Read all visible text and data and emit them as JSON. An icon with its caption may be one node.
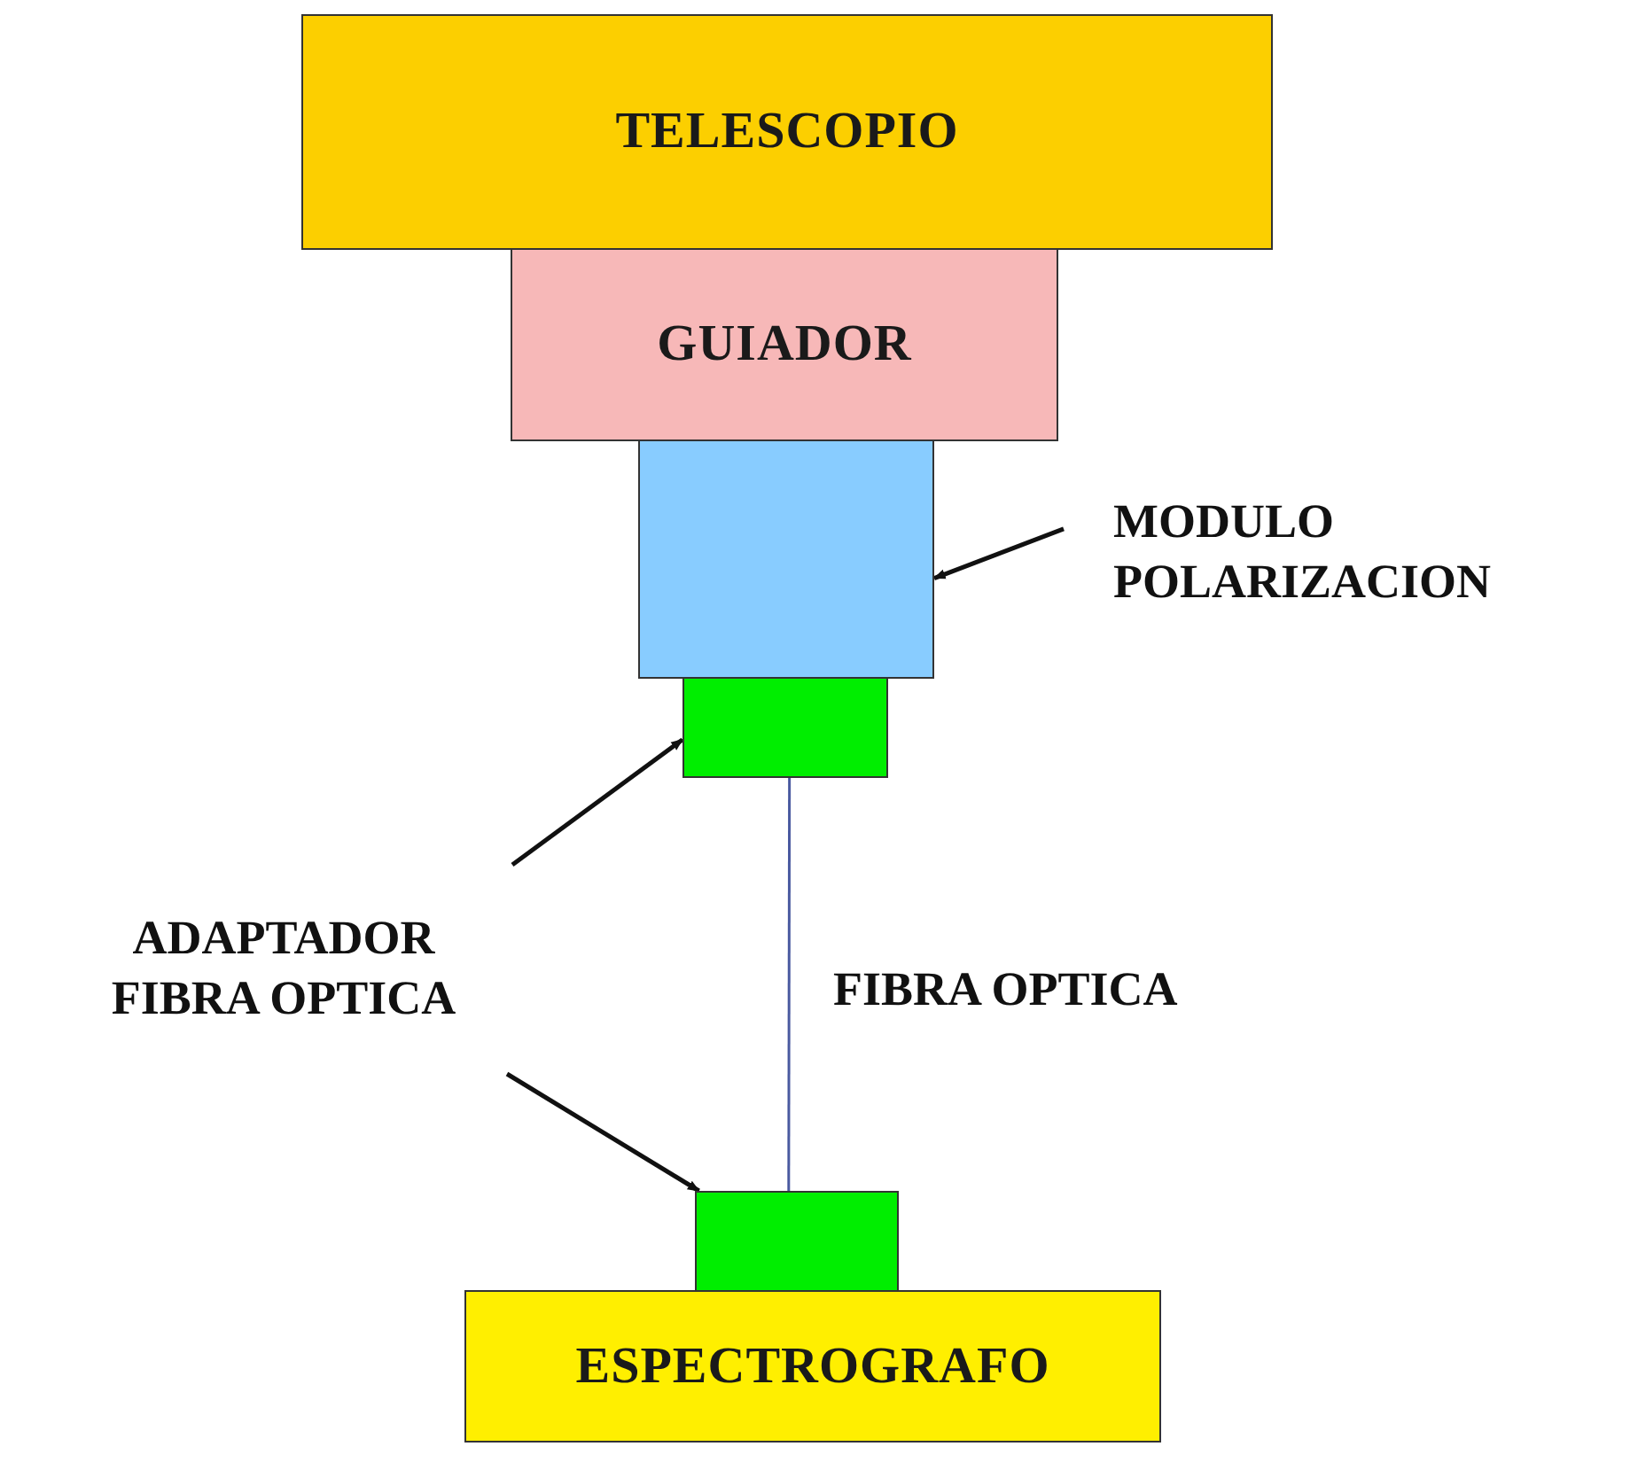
{
  "diagram": {
    "nodes": [
      {
        "text": [
          "TELESCOPIO"
        ]
      },
      {
        "text": [
          "GUIADOR"
        ]
      },
      {
        "text": [],
        "shape": "box"
      },
      {
        "text": [],
        "shape": "box"
      },
      {
        "text": [
          "MODULO POLARIZACION"
        ]
      },
      {
        "text": [
          "ADAPTADOR FIBRA OPTICA"
        ]
      },
      {
        "text": [],
        "shape": "box"
      },
      {
        "text": [
          "ESPECTROGRAFO"
        ]
      }
    ],
    "edges": [
      {
        "from": 4,
        "to": 2,
        "arrow": "to"
      },
      {
        "from": 5,
        "to": 3,
        "arrow": "to"
      },
      {
        "from": 5,
        "to": 6,
        "arrow": "to"
      },
      {
        "from": 3,
        "to": 6,
        "arrow": "none",
        "label": "FIBRA OPTICA",
        "color": "#4a5aa0"
      }
    ]
  }
}
